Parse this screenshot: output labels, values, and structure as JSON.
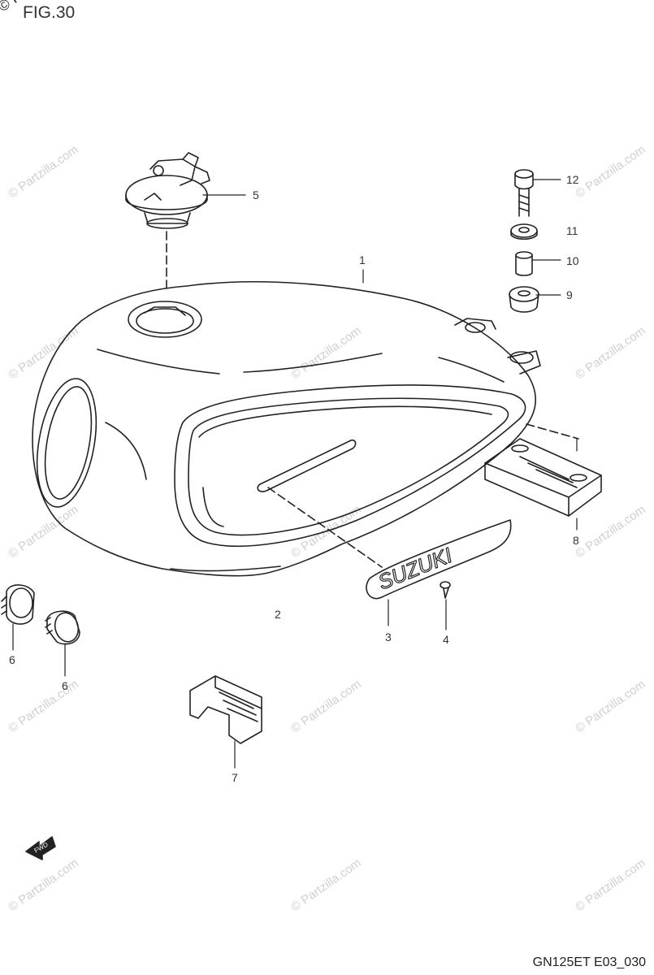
{
  "figure": {
    "title": "FIG.30",
    "footer_code": "GN125ET E03_030",
    "badge": "FWD"
  },
  "watermark": {
    "main": "© Partzilla.com",
    "repeat": "© Partzilla.com"
  },
  "emblem_text": "SUZUKI",
  "callouts": [
    {
      "id": "1",
      "label": "1"
    },
    {
      "id": "2",
      "label": "2"
    },
    {
      "id": "3",
      "label": "3"
    },
    {
      "id": "4",
      "label": "4"
    },
    {
      "id": "5",
      "label": "5"
    },
    {
      "id": "6a",
      "label": "6"
    },
    {
      "id": "6b",
      "label": "6"
    },
    {
      "id": "7",
      "label": "7"
    },
    {
      "id": "8",
      "label": "8"
    },
    {
      "id": "9",
      "label": "9"
    },
    {
      "id": "10",
      "label": "10"
    },
    {
      "id": "11",
      "label": "11"
    },
    {
      "id": "12",
      "label": "12"
    }
  ]
}
